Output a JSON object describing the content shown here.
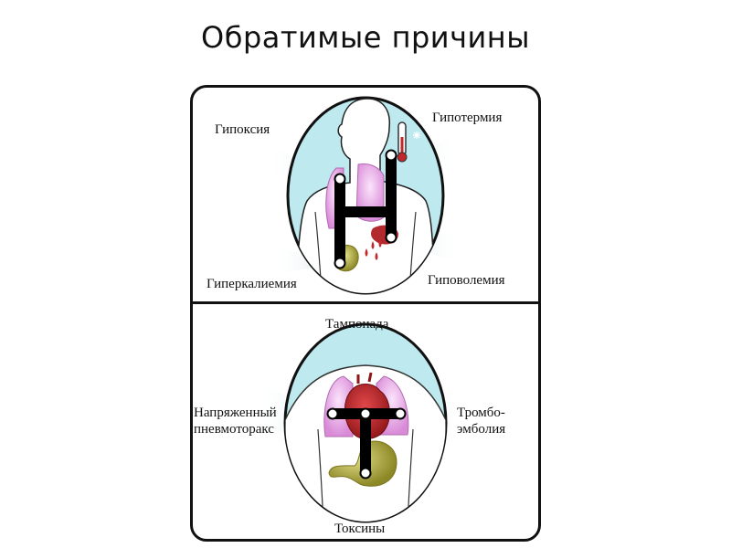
{
  "title": "Обратимые причины",
  "hs": {
    "hypoxia": "Гипоксия",
    "hypothermia": "Гипотермия",
    "hyperkalemia": "Гиперкалиемия",
    "hypovolemia": "Гиповолемия"
  },
  "ts": {
    "tamponade": "Тампонада",
    "tension_pneumothorax": "Напряженный\nпневмоторакс",
    "thromboembolism": "Тромбо-\nэмболия",
    "toxins": "Токсины"
  },
  "colors": {
    "ellipse_fill": "#bde9ef",
    "ellipse_stroke": "#111111",
    "lungs": "#e7a6e6",
    "heart": "#c0282c",
    "liver": "#b32a2e",
    "kidney": "#b7b145",
    "beam": "#cfe6ea"
  },
  "icons": [
    "thermometer-icon",
    "snowflake-icon",
    "blood-drops-icon"
  ]
}
